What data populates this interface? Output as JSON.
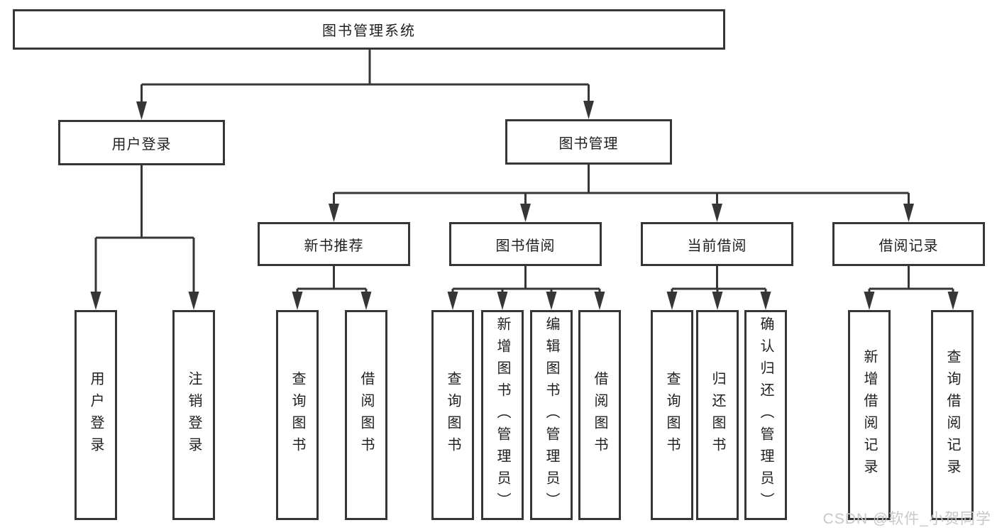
{
  "diagram": {
    "root": "图书管理系统",
    "level2": [
      {
        "label": "用户登录"
      },
      {
        "label": "图书管理"
      }
    ],
    "level3": [
      {
        "label": "新书推荐"
      },
      {
        "label": "图书借阅"
      },
      {
        "label": "当前借阅"
      },
      {
        "label": "借阅记录"
      }
    ],
    "leaves": {
      "user_login": [
        "用户登录",
        "注销登录"
      ],
      "new_book_recommend": [
        "查询图书",
        "借阅图书"
      ],
      "book_borrow": [
        "查询图书",
        "新增图书（管理员）",
        "编辑图书（管理员）",
        "借阅图书"
      ],
      "current_borrow": [
        "查询图书",
        "归还图书",
        "确认归还（管理员）"
      ],
      "borrow_records": [
        "新增借阅记录",
        "查询借阅记录"
      ]
    }
  },
  "watermark": "CSDN @软件_小贺同学",
  "colors": {
    "line": "#363636",
    "text": "#1f1f1f",
    "watermark": "#c8c8c8",
    "node-bg": "#ffffff"
  }
}
